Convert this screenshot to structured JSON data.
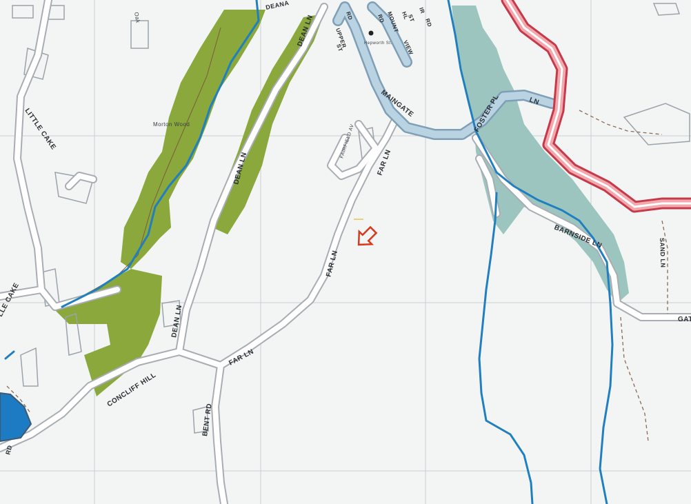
{
  "map": {
    "colors": {
      "background": "#f3f4f4",
      "grid": "#c9cfd4",
      "woodland": "#8aa83c",
      "water_area": "#9cc5c0",
      "river": "#1f7fbf",
      "main_road": "#b9d3e3",
      "main_road_casing": "#7e9fb5",
      "a_road": "#f2a8ad",
      "a_road_casing": "#c43a4a",
      "marker": "#d9381e",
      "footpath": "#8a6a55",
      "reservoir": "#1d7bc4"
    },
    "features": {
      "woodland_label": "Morton Wood",
      "point_of_interest": "Hepworth St.",
      "marker_icon": "location-arrow-icon"
    },
    "labels": {
      "dean_ln_top": "DEAN LN",
      "dean_ln_mid": "DEAN LN",
      "dean_ln_low": "DEAN LN",
      "dean_top_edge": "DEANA",
      "upper": "UPPER",
      "st": "ST",
      "rd1": "RD",
      "rd2": "RD",
      "mount": "MOUNT",
      "view": "VIEW",
      "hl": "HL",
      "st2": "ST",
      "ir": "IR",
      "rd3": "RD",
      "maingate": "MAINGATE",
      "foster_pl": "FOSTER PL",
      "ln": "LN",
      "fairfield_av": "FAIRFIELD AV",
      "far_ln_top": "FAR LN",
      "far_ln_mid": "FAR LN",
      "far_ln_low": "FAR LN",
      "little_cake_top": "LITTLE CAKE",
      "little_cake_left": "LLE CAKE",
      "barnside_ln": "BARNSIDE LN",
      "sand_ln": "SAND LN",
      "gat": "GAT",
      "concliff_hill": "CONCLIFF HILL",
      "bent_rd": "BENT RD",
      "oak": "Oak",
      "rd_left": "RD"
    }
  }
}
